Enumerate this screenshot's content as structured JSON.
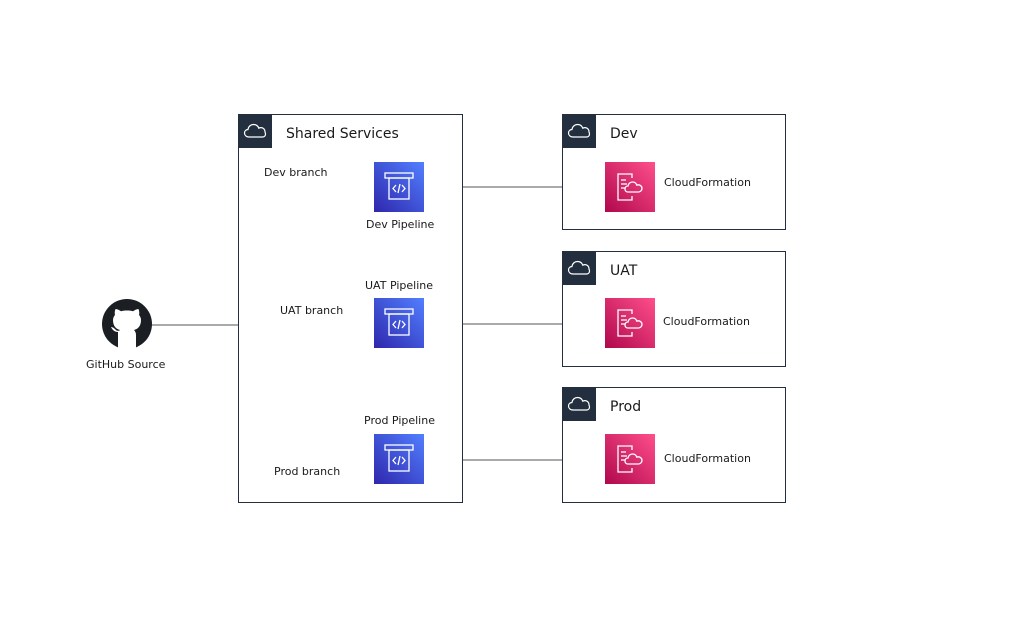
{
  "source": {
    "label": "GitHub Source",
    "icon": "github-icon"
  },
  "shared_services": {
    "title": "Shared Services",
    "branches": {
      "dev": "Dev branch",
      "uat": "UAT branch",
      "prod": "Prod branch"
    },
    "pipelines": {
      "dev": "Dev Pipeline",
      "uat": "UAT Pipeline",
      "prod": "Prod Pipeline"
    }
  },
  "accounts": [
    {
      "title": "Dev",
      "service": "CloudFormation"
    },
    {
      "title": "UAT",
      "service": "CloudFormation"
    },
    {
      "title": "Prod",
      "service": "CloudFormation"
    }
  ],
  "colors": {
    "group_border": "#232f3e",
    "pipeline_gradient": [
      "#2e27ad",
      "#527fff"
    ],
    "cloudformation_gradient": [
      "#b0084d",
      "#ff4f8b"
    ],
    "connector": "#555555"
  }
}
